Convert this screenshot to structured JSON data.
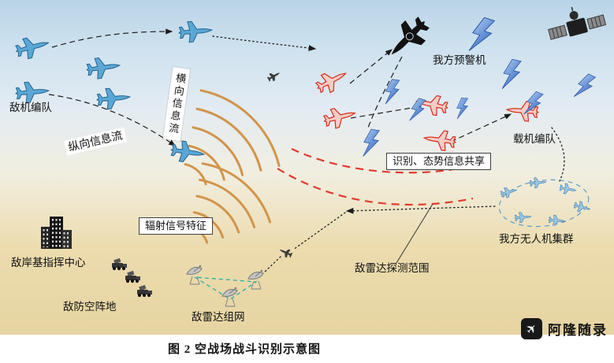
{
  "caption": {
    "text": "图 2  空战场战斗识别示意图"
  },
  "watermark": {
    "text": "阿隆随录"
  },
  "labels": {
    "enemy_formation": "敌机编队",
    "horizontal_info_flow": "横向信息流",
    "vertical_info_flow": "纵向信息流",
    "radiation_signal": "辐射信号特征",
    "awacs": "我方预警机",
    "id_share": "识别、态势信息共享",
    "carrier_formation": "载机编队",
    "uav_swarm": "我方无人机集群",
    "enemy_command": "敌岸基指挥中心",
    "enemy_air_defense": "敌防空阵地",
    "enemy_radar_net": "敌雷达组网",
    "enemy_radar_range": "敌雷达探测范围"
  },
  "icons": {
    "enemy_jet": "blue-fighter-jet",
    "friendly_jet": "red-fighter-jet",
    "awacs_jet": "black-early-warning-aircraft",
    "uav": "small-uav",
    "satellite": "satellite",
    "lightning": "datalink-lightning-bolt",
    "radar_dish": "radar-dish-antenna",
    "buildings": "command-center-buildings",
    "vehicle": "air-defense-vehicle",
    "radar_wave": "radiation-signal-arcs",
    "watermark_logo": "plane-logo"
  },
  "colors": {
    "enemy_plane": "#5aa7d6",
    "friendly_plane": "#d7301f",
    "awacs_plane": "#121212",
    "radar_wave": "#d2944a",
    "lightning": "#2b5fc0",
    "range_curve": "#e23b2e",
    "radar_net": "#27b0a3",
    "sky_top": "#b9d4e7",
    "ground": "#e6d4a2",
    "caption_text": "#151515"
  }
}
